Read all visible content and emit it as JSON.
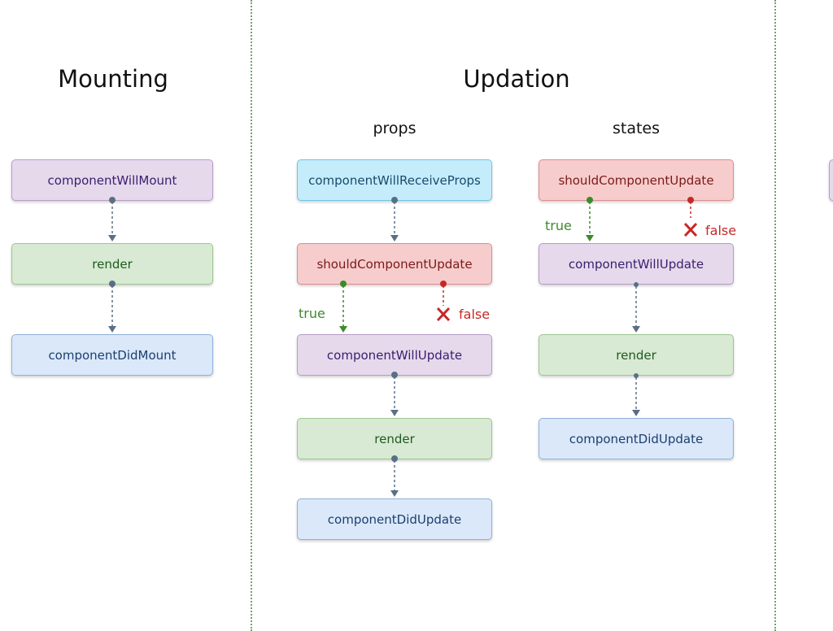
{
  "sections": {
    "mounting": {
      "title": "Mounting",
      "nodes": [
        "componentWillMount",
        "render",
        "componentDidMount"
      ]
    },
    "updation": {
      "title": "Updation",
      "props": {
        "title": "props",
        "nodes": [
          "componentWillReceiveProps",
          "shouldComponentUpdate",
          "componentWillUpdate",
          "render",
          "componentDidUpdate"
        ],
        "true_label": "true",
        "false_label": "false"
      },
      "states": {
        "title": "states",
        "nodes": [
          "shouldComponentUpdate",
          "componentWillUpdate",
          "render",
          "componentDidUpdate"
        ],
        "true_label": "true",
        "false_label": "false"
      }
    }
  },
  "colors": {
    "arrow": "#5a6f85",
    "true": "#3d8a2a",
    "false": "#c62828",
    "divider": "#6aa66a"
  }
}
